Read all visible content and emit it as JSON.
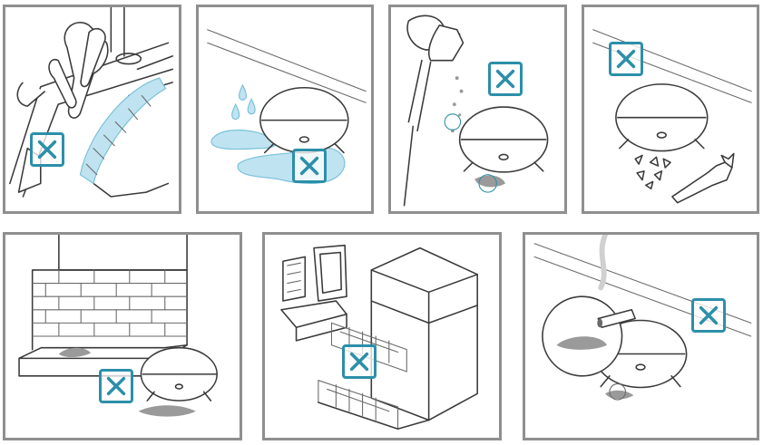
{
  "panels": [
    {
      "id": "brush-roll",
      "mark": "cross",
      "icon": "do-not-touch-brush-icon"
    },
    {
      "id": "wet-floor",
      "mark": "cross",
      "icon": "no-liquids-icon"
    },
    {
      "id": "spray-near-robot",
      "mark": "cross",
      "icon": "no-spray-icon"
    },
    {
      "id": "sharp-objects",
      "mark": "cross",
      "icon": "no-sharp-objects-icon"
    },
    {
      "id": "fireplace-ash",
      "mark": "cross",
      "icon": "no-ash-icon"
    },
    {
      "id": "dishwasher",
      "mark": "cross",
      "icon": "no-dishwasher-icon"
    },
    {
      "id": "cigarette-ash",
      "mark": "cross",
      "icon": "no-burning-objects-icon"
    }
  ],
  "colors": {
    "cross": "#2c8fa9",
    "frame": "#8f8f8f",
    "water": "#bfe3f0"
  }
}
